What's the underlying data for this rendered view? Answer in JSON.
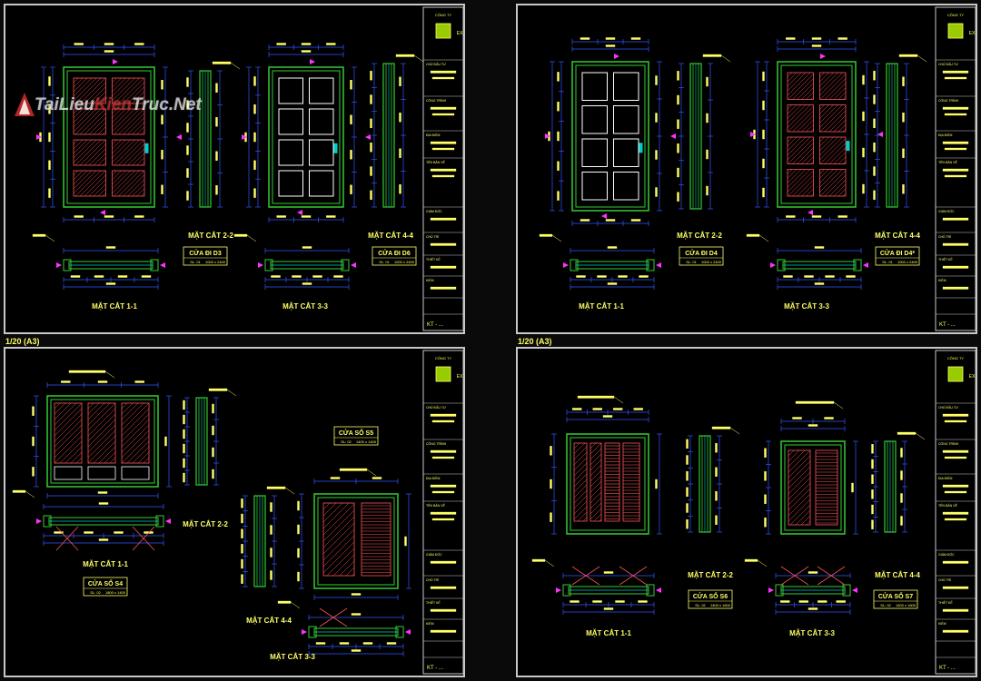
{
  "watermark": {
    "part1": "TaiLieu",
    "part2": "Kien",
    "part3": "Truc.Net"
  },
  "scale_label": "1/20 (A3)",
  "sheets": [
    {
      "captions": [
        "MẶT CẮT 2-2",
        "MẶT CẮT 4-4",
        "MẶT CẮT 1-1",
        "MẶT CẮT 3-3"
      ],
      "title_boxes": [
        {
          "title": "CỬA ĐI D3",
          "sub1": "SL: 01",
          "sub2": "1000 x 2400"
        },
        {
          "title": "CỬA ĐI D6",
          "sub1": "SL: 01",
          "sub2": "1000 x 2400"
        }
      ]
    },
    {
      "captions": [
        "MẶT CẮT 2-2",
        "MẶT CẮT 4-4",
        "MẶT CẮT 1-1",
        "MẶT CẮT 3-3"
      ],
      "title_boxes": [
        {
          "title": "CỬA ĐI D4",
          "sub1": "SL: 01",
          "sub2": "1000 x 2400"
        },
        {
          "title": "CỬA ĐI D4*",
          "sub1": "SL: 01",
          "sub2": "1000 x 2400"
        }
      ]
    },
    {
      "captions": [
        "MẶT CẮT 2-2",
        "MẶT CẮT 1-1",
        "MẶT CẮT 4-4",
        "MẶT CẮT 3-3"
      ],
      "title_boxes": [
        {
          "title": "CỬA SỔ S4",
          "sub1": "SL: 02",
          "sub2": "1800 x 1400"
        },
        {
          "title": "CỬA SỔ S5",
          "sub1": "SL: 02",
          "sub2": "1400 x 1400"
        }
      ]
    },
    {
      "captions": [
        "MẶT CẮT 2-2",
        "MẶT CẮT 4-4",
        "MẶT CẮT 1-1",
        "MẶT CẮT 3-3"
      ],
      "title_boxes": [
        {
          "title": "CỬA SỔ S6",
          "sub1": "SL: 02",
          "sub2": "1400 x 1600"
        },
        {
          "title": "CỬA SỔ S7",
          "sub1": "SL: 02",
          "sub2": "1400 x 1600"
        }
      ]
    }
  ],
  "title_block": {
    "company": "CÔNG TY",
    "logo_text": "EX",
    "row1": "CHỦ ĐẦU TƯ",
    "row2": "CÔNG TRÌNH",
    "row3": "ĐỊA ĐIỂM",
    "row4": "TÊN BẢN VẼ",
    "row5": "GIÁM ĐỐC",
    "row6": "CHỦ TRÌ",
    "row7": "THIẾT KẾ",
    "row8": "KIỂM",
    "code": "KT - ..."
  },
  "colors": {
    "frame": "#c8c8c8",
    "dimension": "#3355ff",
    "door_outline": "#33cc33",
    "hatch": "#ff5555",
    "text": "#ffff66",
    "marker": "#ff33ff",
    "panel_outline": "#ffffff",
    "section": "#00cccc"
  }
}
